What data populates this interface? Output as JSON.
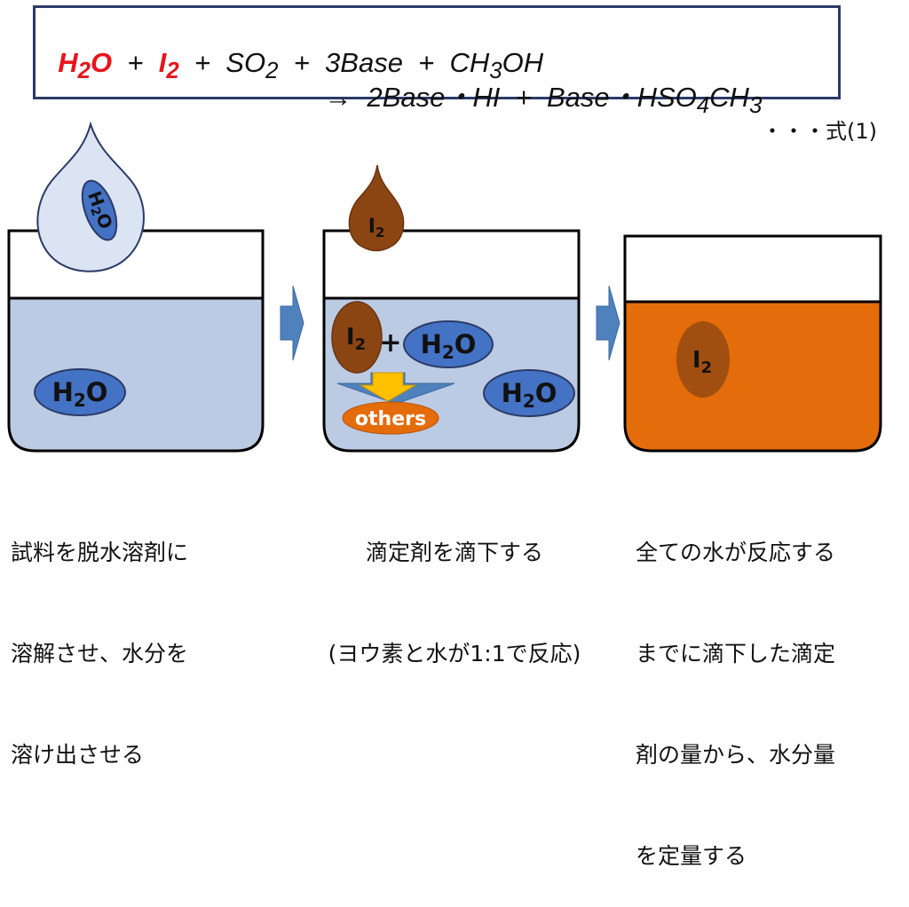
{
  "equation": {
    "line1": {
      "h2o_h": "H",
      "h2o_sub": "2",
      "h2o_o": "O",
      "plus": "+",
      "i2_i": "I",
      "i2_sub": "2",
      "so2_so": "SO",
      "so2_sub": "2",
      "base3": "3Base",
      "ch3oh_ch": "CH",
      "ch3oh_sub": "3",
      "ch3oh_oh": "OH"
    },
    "line2": {
      "arrow": "→",
      "base_hi": "2Base・HI",
      "plus": "+",
      "base_hso4_a": "Base・HSO",
      "hso4_sub": "4",
      "base_hso4_b": "CH",
      "ch3_sub": "3"
    },
    "ref": "・・・式(1)"
  },
  "molecules": {
    "h2o": "H",
    "h2o_sub": "2",
    "h2o_o": "O",
    "i2": "I",
    "i2_sub": "2",
    "plus": "+",
    "others": "others"
  },
  "captions": {
    "step1": [
      "試料を脱水溶剤に",
      "溶解させ、水分を",
      "溶け出させる"
    ],
    "step2": [
      "滴定剤を滴下する",
      "(ヨウ素と水が1:1で反応)"
    ],
    "step3": [
      "全ての水が反応する",
      "までに滴下した滴定",
      "剤の量から、水分量",
      "を定量する"
    ]
  },
  "colors": {
    "red": "#e8141b",
    "water_fill": "#bccbe4",
    "h2o_blue": "#4472c4",
    "iodine_brown": "#8b4513",
    "orange": "#e46c0a",
    "arrow_blue": "#4f81bd",
    "box_border": "#2b3a67"
  }
}
